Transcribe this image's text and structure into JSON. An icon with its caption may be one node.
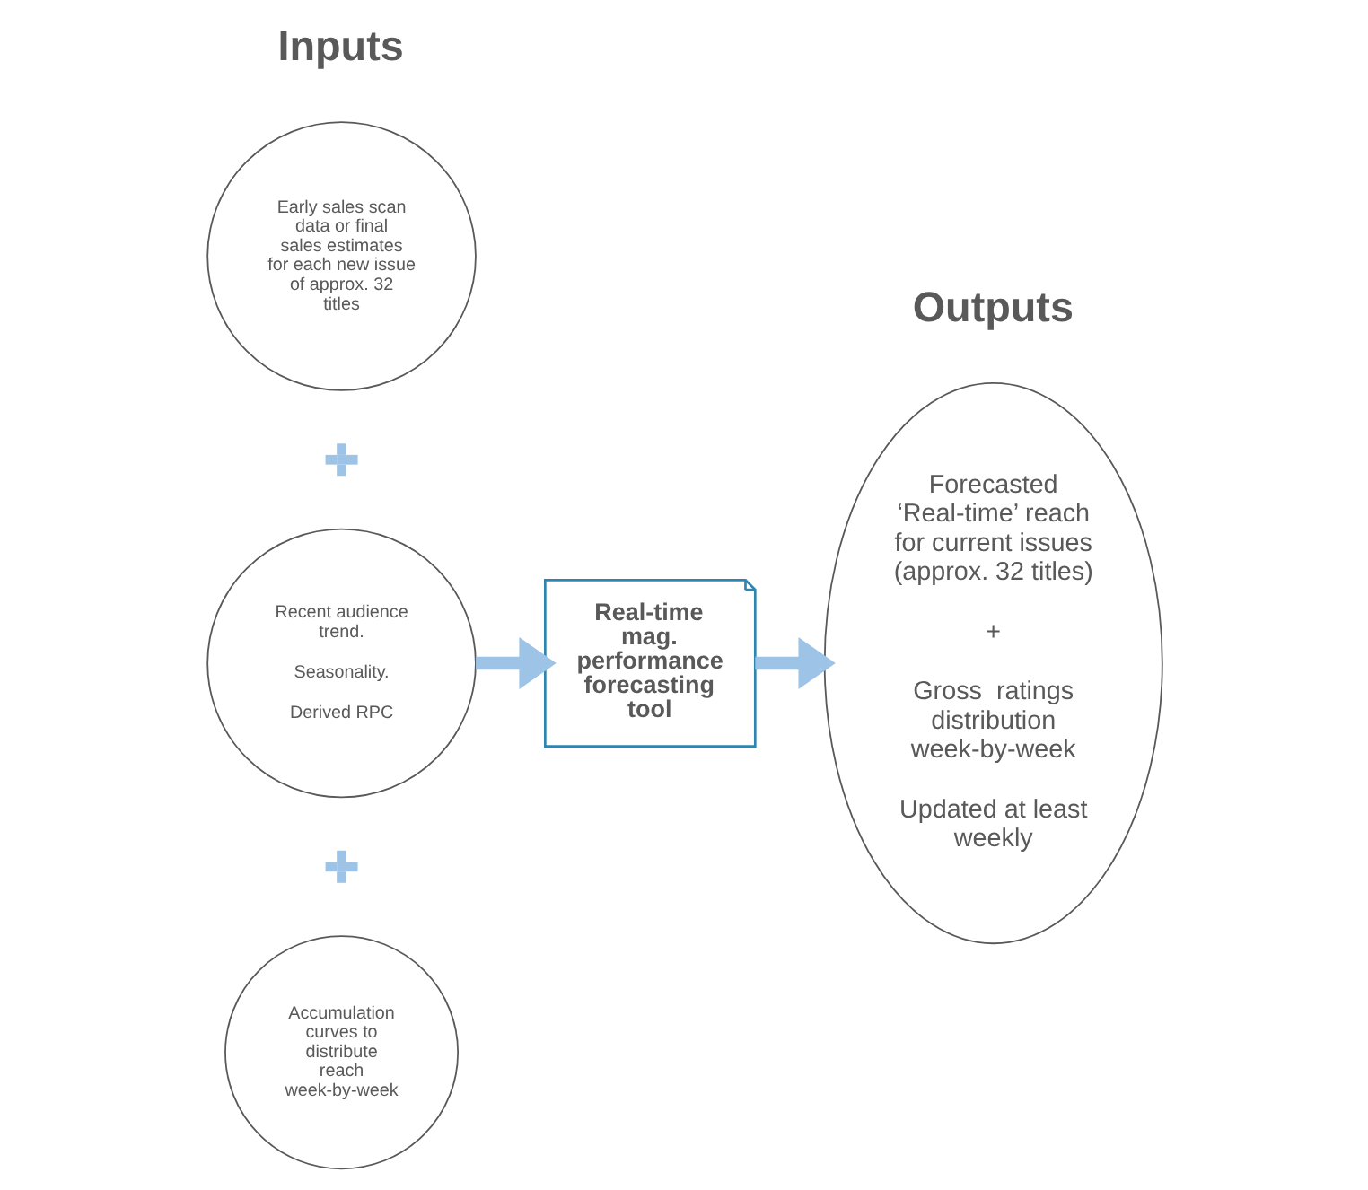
{
  "diagram": {
    "nodes": [
      {
        "text": [
          "Early sales scan data or final sales estimates for each new issue of approx. 32 titles"
        ]
      },
      {
        "text": [
          "Recent audience trend.",
          "Seasonality.",
          "Derived RPC"
        ]
      },
      {
        "text": [
          "Accumulation curves to distribute reach week-by-week"
        ]
      },
      {
        "text": [
          "Real-time mag. performance forecasting tool"
        ]
      },
      {
        "text": [
          "Forecasted ‘Real-time’ reach for current issues (approx. 32 titles)",
          "+",
          "Gross  ratings distribution week-by-week",
          "Updated at least weekly"
        ]
      }
    ],
    "edges": [
      {
        "from": 1,
        "to": 3,
        "arrow": "to"
      },
      {
        "from": 3,
        "to": 4,
        "arrow": "to"
      }
    ],
    "labels": [
      "Inputs",
      "Outputs"
    ]
  }
}
